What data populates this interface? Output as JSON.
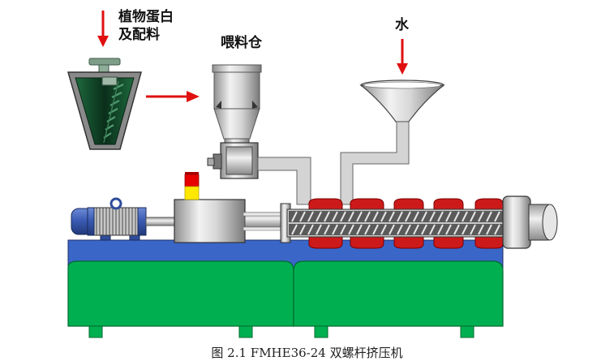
{
  "labels": {
    "protein_line1": "植物蛋白",
    "protein_line2": "及配料",
    "hopper": "喂料仓",
    "water": "水"
  },
  "caption": "图 2.1 FMHE36-24 双螺杆挤压机",
  "colors": {
    "arrow": "#e01010",
    "base_top": "#3a66c8",
    "base_body": "#00b050",
    "screw_flight": "#cc1a1a",
    "mixer_inner": "#0e3a22",
    "motor": "#3f62b8",
    "beacon_red": "#e60000",
    "beacon_yellow": "#ffe800"
  }
}
